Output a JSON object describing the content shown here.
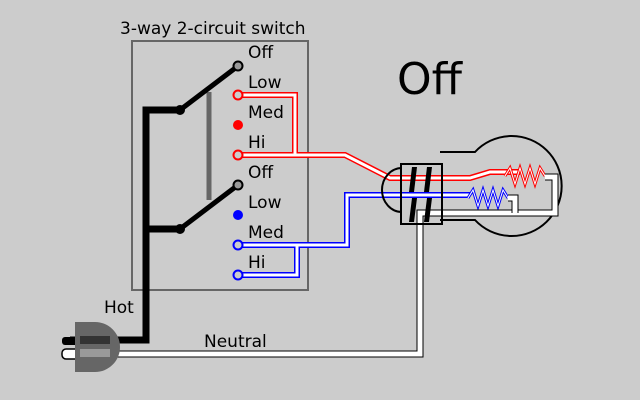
{
  "title": "3-way 2-circuit switch",
  "state": "Off",
  "labels": {
    "hot": "Hot",
    "neutral": "Neutral"
  },
  "circuit1": {
    "color": "#ff0000",
    "positions": [
      "Off",
      "Low",
      "Med",
      "Hi"
    ]
  },
  "circuit2": {
    "color": "#0000ff",
    "positions": [
      "Off",
      "Low",
      "Med",
      "Hi"
    ]
  },
  "colors": {
    "background": "#cccccc",
    "switch_box": "#666666",
    "hot_wire": "#000000",
    "neutral_wire": "#ffffff",
    "plug": "#666666"
  }
}
